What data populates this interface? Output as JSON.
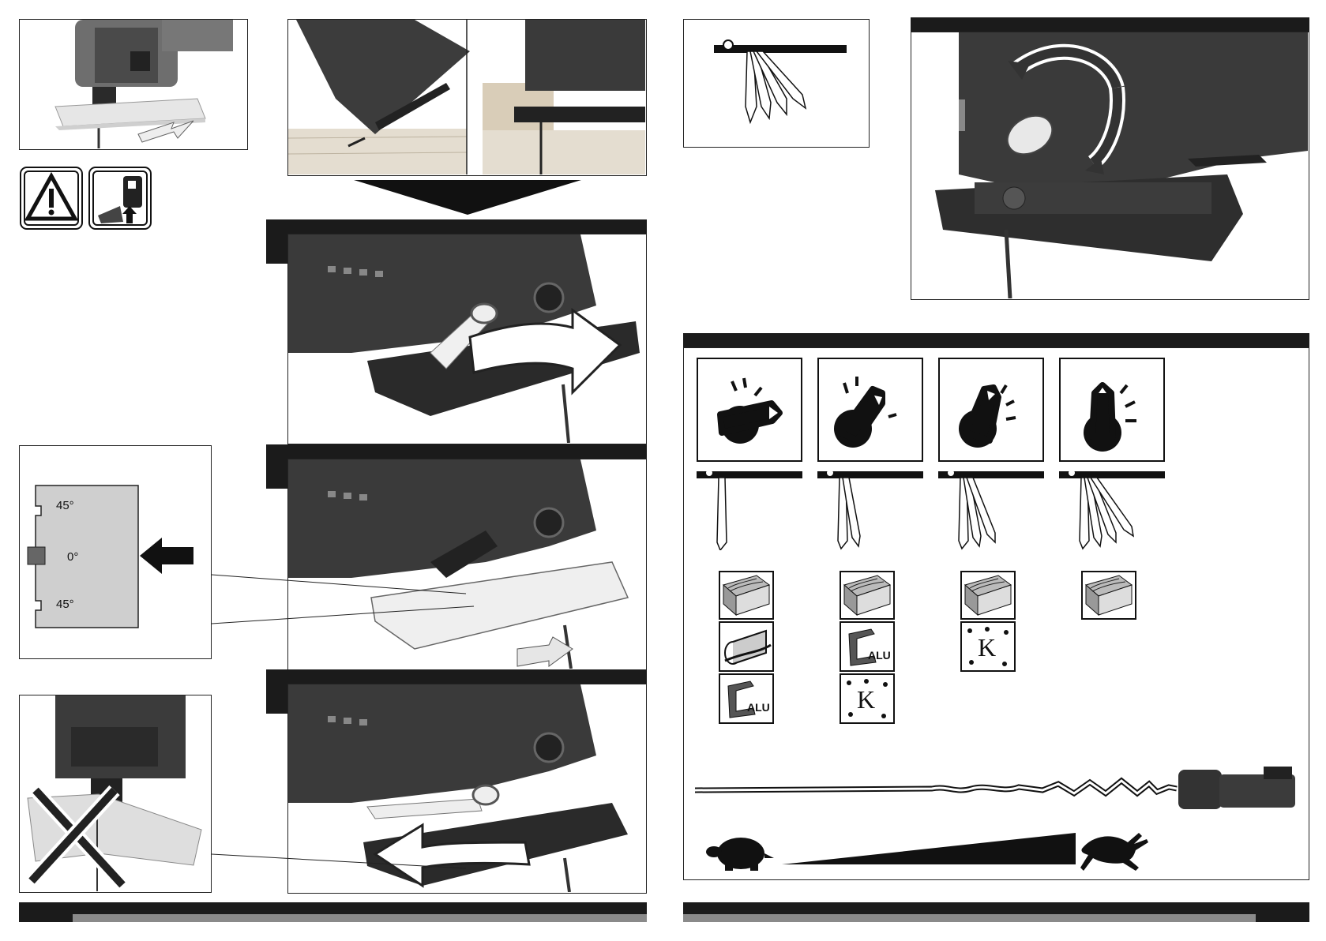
{
  "page": {
    "left_page": {
      "angle_scale": {
        "top": "45°",
        "middle": "0°",
        "bottom": "45°"
      }
    },
    "right_page": {
      "pendulum_settings": [
        {
          "position": "0",
          "materials": [
            "wood-icon",
            "plastic-pipe-icon",
            "aluminium-profile-icon"
          ]
        },
        {
          "position": "1",
          "materials": [
            "wood-icon",
            "aluminium-profile-icon",
            "plastic-k-icon"
          ]
        },
        {
          "position": "2",
          "materials": [
            "wood-icon",
            "plastic-k-icon"
          ]
        },
        {
          "position": "3",
          "materials": [
            "wood-icon"
          ]
        }
      ],
      "material_labels": {
        "alu": "ALU",
        "plastic": "K"
      },
      "speed_scale": [
        "tortoise-icon",
        "hare-icon"
      ]
    }
  },
  "colors": {
    "frame": "#222222",
    "dark_bar": "#1b1b1b",
    "gray_bar": "#8a8a8a",
    "tool_body": "#3a3a3a",
    "light_part": "#e6e6e6"
  }
}
